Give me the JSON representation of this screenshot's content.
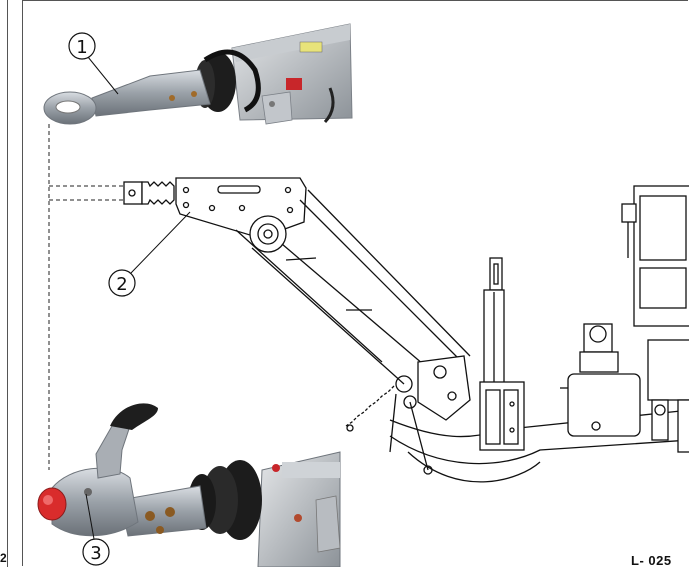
{
  "page": {
    "number": "2",
    "figure_ref": "L- 025"
  },
  "callouts": [
    "1",
    "2",
    "3"
  ],
  "icons": [
    "towing-eye-photo",
    "ball-coupling-photo",
    "crane-boom-drawing",
    "wheel-axle-drawing",
    "cab-drawing"
  ]
}
